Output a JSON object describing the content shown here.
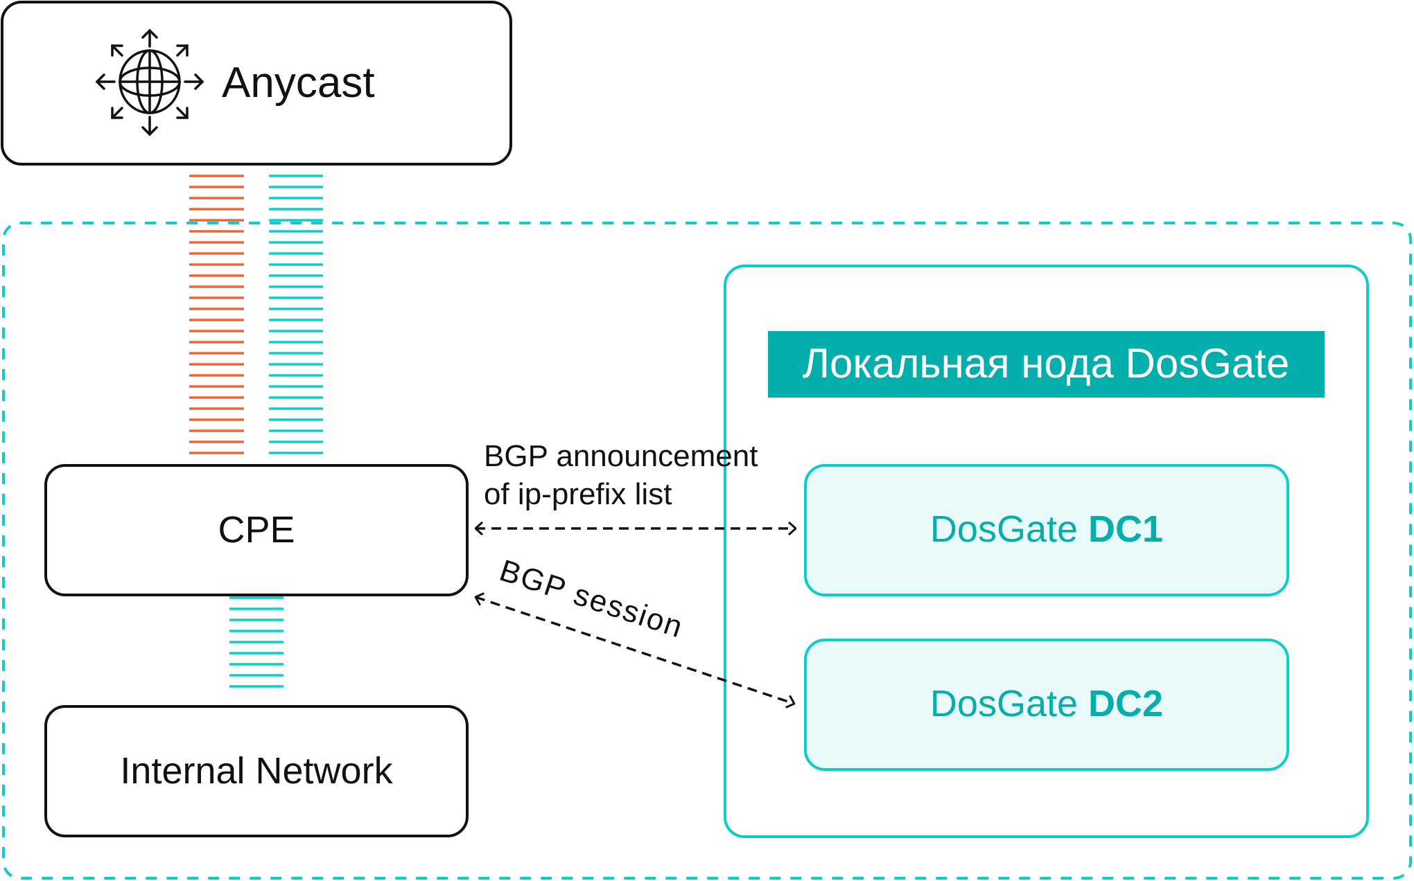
{
  "colors": {
    "teal_accent": "#0ccdc9",
    "teal_dark": "#04aeab",
    "teal_fill": "#e8fafa",
    "orange": "#f26530",
    "black": "#111111"
  },
  "anycast": {
    "label": "Anycast",
    "icon": "globe-broadcast-icon"
  },
  "perimeter": {
    "style": "dashed",
    "name": "customer-perimeter"
  },
  "local_node": {
    "title": "Локальная нода DosGate"
  },
  "cpe": {
    "label": "CPE"
  },
  "internal_network": {
    "label": "Internal Network"
  },
  "dc1": {
    "prefix": "DosGate",
    "suffix": "DC1"
  },
  "dc2": {
    "prefix": "DosGate",
    "suffix": "DC2"
  },
  "links": {
    "announcement": {
      "line1": "BGP announcement",
      "line2": "of ip-prefix list"
    },
    "session": {
      "label": "BGP session"
    }
  }
}
